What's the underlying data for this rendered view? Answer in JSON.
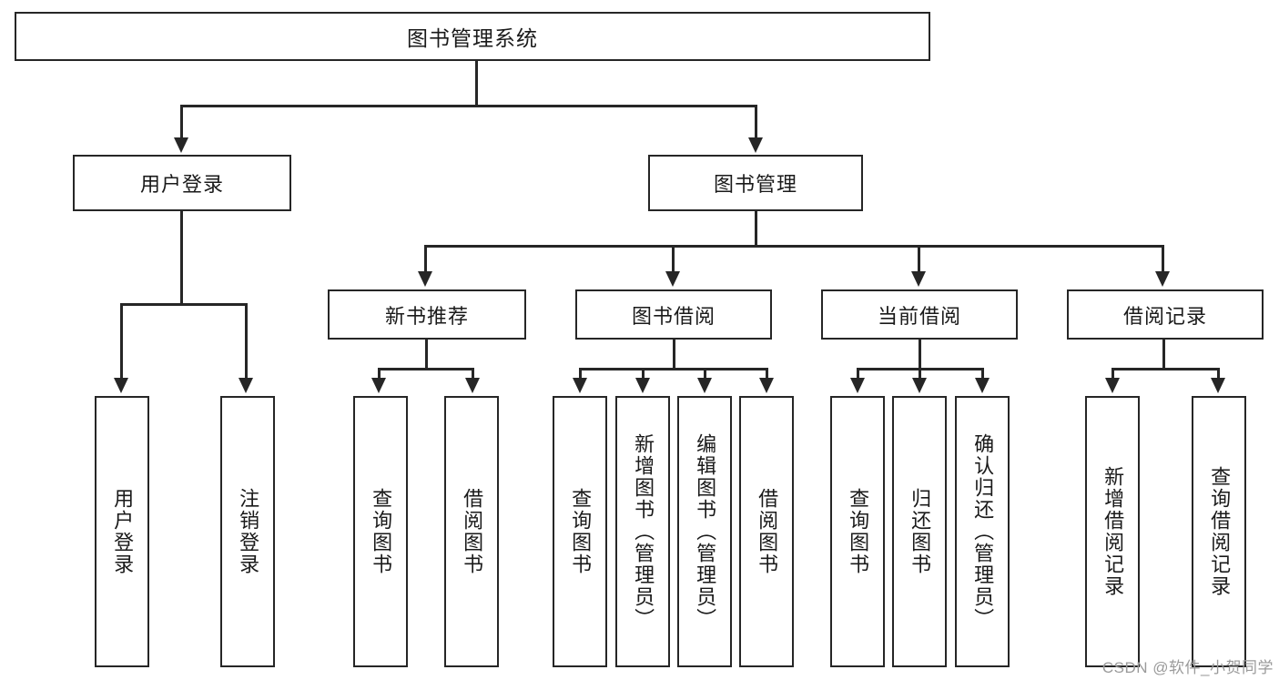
{
  "diagram": {
    "title": "图书管理系统",
    "type": "tree-hierarchy-diagram",
    "colors": {
      "box_border": "#262626",
      "box_fill": "#ffffff",
      "connector": "#262626",
      "text": "#1a1a1a",
      "watermark": "#9a9a9a",
      "background": "#ffffff"
    },
    "root": {
      "label": "图书管理系统"
    },
    "level2": [
      {
        "label": "用户登录"
      },
      {
        "label": "图书管理"
      }
    ],
    "level3": [
      {
        "label": "新书推荐"
      },
      {
        "label": "图书借阅"
      },
      {
        "label": "当前借阅"
      },
      {
        "label": "借阅记录"
      }
    ],
    "leaves": {
      "user_login": [
        {
          "label": "用户登录"
        },
        {
          "label": "注销登录"
        }
      ],
      "new_book_recommend": [
        {
          "label": "查询图书"
        },
        {
          "label": "借阅图书"
        }
      ],
      "book_borrow": [
        {
          "label": "查询图书"
        },
        {
          "label": "新增图书（管理员）"
        },
        {
          "label": "编辑图书（管理员）"
        },
        {
          "label": "借阅图书"
        }
      ],
      "current_borrow": [
        {
          "label": "查询图书"
        },
        {
          "label": "归还图书"
        },
        {
          "label": "确认归还（管理员）"
        }
      ],
      "borrow_record": [
        {
          "label": "新增借阅记录"
        },
        {
          "label": "查询借阅记录"
        }
      ]
    }
  },
  "watermark": {
    "text": "CSDN @软件_小贺同学"
  }
}
